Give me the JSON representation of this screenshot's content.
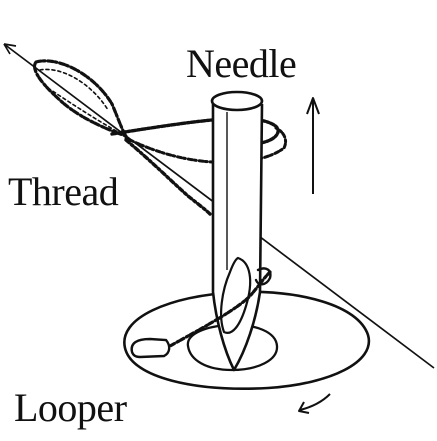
{
  "diagram": {
    "labels": {
      "needle": "Needle",
      "thread": "Thread",
      "looper": "Looper"
    },
    "colors": {
      "ink": "#111111",
      "background": "#ffffff"
    },
    "parts": [
      "needle",
      "thread-loop",
      "looper-disc",
      "looper-hook",
      "needle-motion-arrow",
      "looper-rotation-arrow"
    ]
  }
}
